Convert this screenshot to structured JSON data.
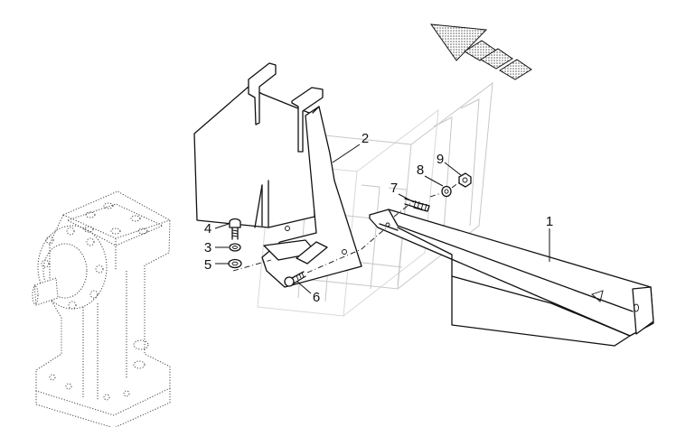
{
  "diagram": {
    "callouts": [
      {
        "id": "1",
        "label": "1"
      },
      {
        "id": "2",
        "label": "2"
      },
      {
        "id": "3",
        "label": "3"
      },
      {
        "id": "4",
        "label": "4"
      },
      {
        "id": "5",
        "label": "5"
      },
      {
        "id": "6",
        "label": "6"
      },
      {
        "id": "7",
        "label": "7"
      },
      {
        "id": "8",
        "label": "8"
      },
      {
        "id": "9",
        "label": "9"
      }
    ],
    "icons": {
      "direction": "travel-direction-arrow-icon",
      "watermark": "brand-watermark-logo"
    },
    "colors": {
      "line": "#111111",
      "watermark": "#c7c7c7",
      "pattern": "#555555"
    }
  }
}
